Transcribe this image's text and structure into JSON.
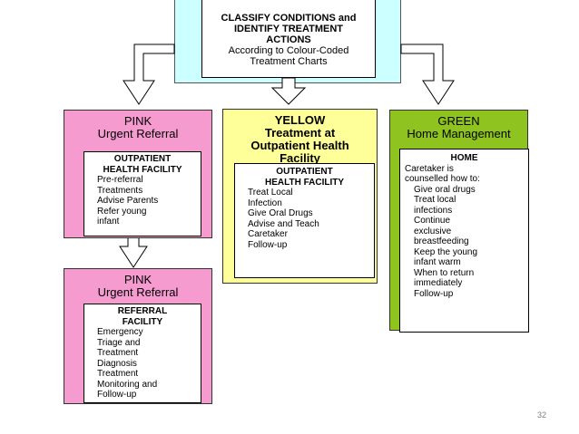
{
  "top_box": {
    "title_lines": [
      "CLASSIFY CONDITIONS and",
      "IDENTIFY TREATMENT",
      "ACTIONS"
    ],
    "subtitle_lines": [
      "According to Colour-Coded",
      "Treatment Charts"
    ]
  },
  "pink_top": {
    "color_label": "PINK",
    "category": "Urgent Referral",
    "inner_title_lines": [
      "OUTPATIENT",
      "HEALTH FACILITY"
    ],
    "items": [
      "Pre-referral",
      "Treatments",
      "Advise Parents",
      "Refer young",
      "infant"
    ]
  },
  "yellow": {
    "color_label": "YELLOW",
    "category_lines": [
      "Treatment at",
      "Outpatient Health",
      "Facility"
    ],
    "inner_title_lines": [
      "OUTPATIENT",
      "HEALTH FACILITY"
    ],
    "items": [
      "Treat Local",
      "Infection",
      "Give Oral Drugs",
      "Advise and Teach",
      "Caretaker",
      "Follow-up"
    ]
  },
  "green": {
    "color_label": "GREEN",
    "category": "Home Management",
    "inner_title": "HOME",
    "intro_lines": [
      "Caretaker is",
      "counselled how to:"
    ],
    "items": [
      "Give oral drugs",
      "Treat local",
      "infections",
      "Continue",
      "exclusive",
      "breastfeeding",
      "Keep the young",
      "infant warm",
      "When to return",
      "immediately",
      "Follow-up"
    ]
  },
  "pink_bottom": {
    "color_label": "PINK",
    "category": "Urgent Referral",
    "inner_title_lines": [
      "REFERRAL",
      "FACILITY"
    ],
    "items": [
      "Emergency",
      "Triage and",
      "Treatment",
      "Diagnosis",
      "Treatment",
      "Monitoring and",
      "Follow-up"
    ]
  },
  "colors": {
    "pink": "#f59bd0",
    "yellow": "#ffff99",
    "green": "#8fc31f",
    "cyan": "#ccffff"
  },
  "page_number": "32"
}
